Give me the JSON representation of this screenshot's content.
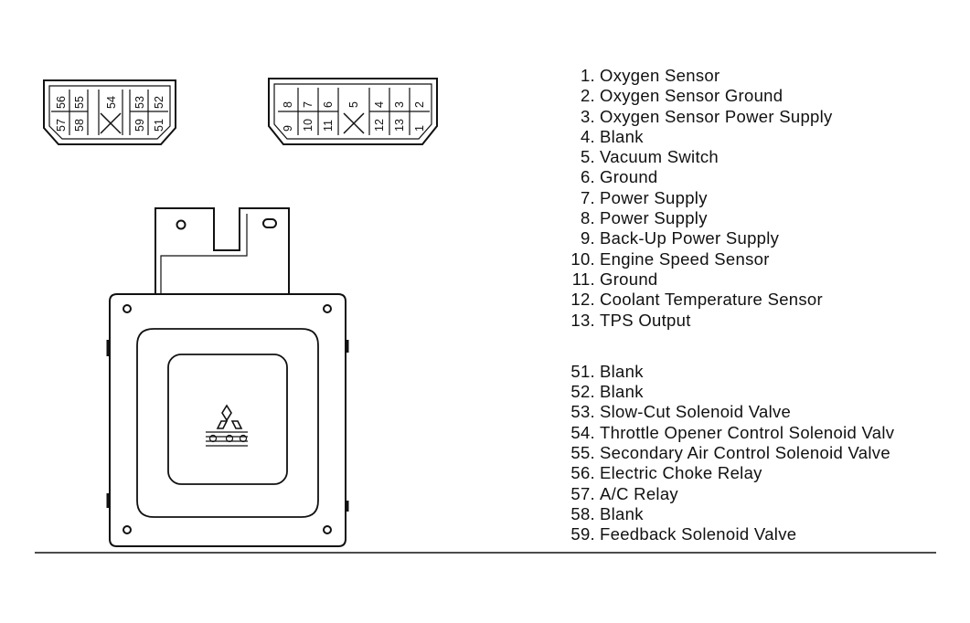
{
  "connector_left": {
    "top_row": [
      "57",
      "56",
      "58",
      "55",
      "54",
      "59",
      "53",
      "51",
      "52"
    ],
    "blank_symbol": "X"
  },
  "connector_right": {
    "labels": [
      "9",
      "8",
      "10",
      "7",
      "11",
      "6",
      "5",
      "12",
      "4",
      "13",
      "3",
      "1",
      "2"
    ],
    "blank_symbol": "X"
  },
  "pins_group_1": [
    {
      "num": "1.",
      "desc": "Oxygen Sensor"
    },
    {
      "num": "2.",
      "desc": "Oxygen Sensor Ground"
    },
    {
      "num": "3.",
      "desc": "Oxygen Sensor Power Supply"
    },
    {
      "num": "4.",
      "desc": "Blank"
    },
    {
      "num": "5.",
      "desc": "Vacuum Switch"
    },
    {
      "num": "6.",
      "desc": "Ground"
    },
    {
      "num": "7.",
      "desc": "Power Supply"
    },
    {
      "num": "8.",
      "desc": "Power Supply"
    },
    {
      "num": "9.",
      "desc": "Back-Up Power Supply"
    },
    {
      "num": "10.",
      "desc": "Engine Speed Sensor"
    },
    {
      "num": "11.",
      "desc": "Ground"
    },
    {
      "num": "12.",
      "desc": "Coolant Temperature Sensor"
    },
    {
      "num": "13.",
      "desc": "TPS Output"
    }
  ],
  "pins_group_2": [
    {
      "num": "51.",
      "desc": "Blank"
    },
    {
      "num": "52.",
      "desc": "Blank"
    },
    {
      "num": "53.",
      "desc": "Slow-Cut Solenoid Valve"
    },
    {
      "num": "54.",
      "desc": "Throttle Opener Control Solenoid Valv"
    },
    {
      "num": "55.",
      "desc": "Secondary Air Control Solenoid Valve"
    },
    {
      "num": "56.",
      "desc": "Electric Choke Relay"
    },
    {
      "num": "57.",
      "desc": "A/C Relay"
    },
    {
      "num": "58.",
      "desc": "Blank"
    },
    {
      "num": "59.",
      "desc": "Feedback Solenoid Valve"
    }
  ]
}
